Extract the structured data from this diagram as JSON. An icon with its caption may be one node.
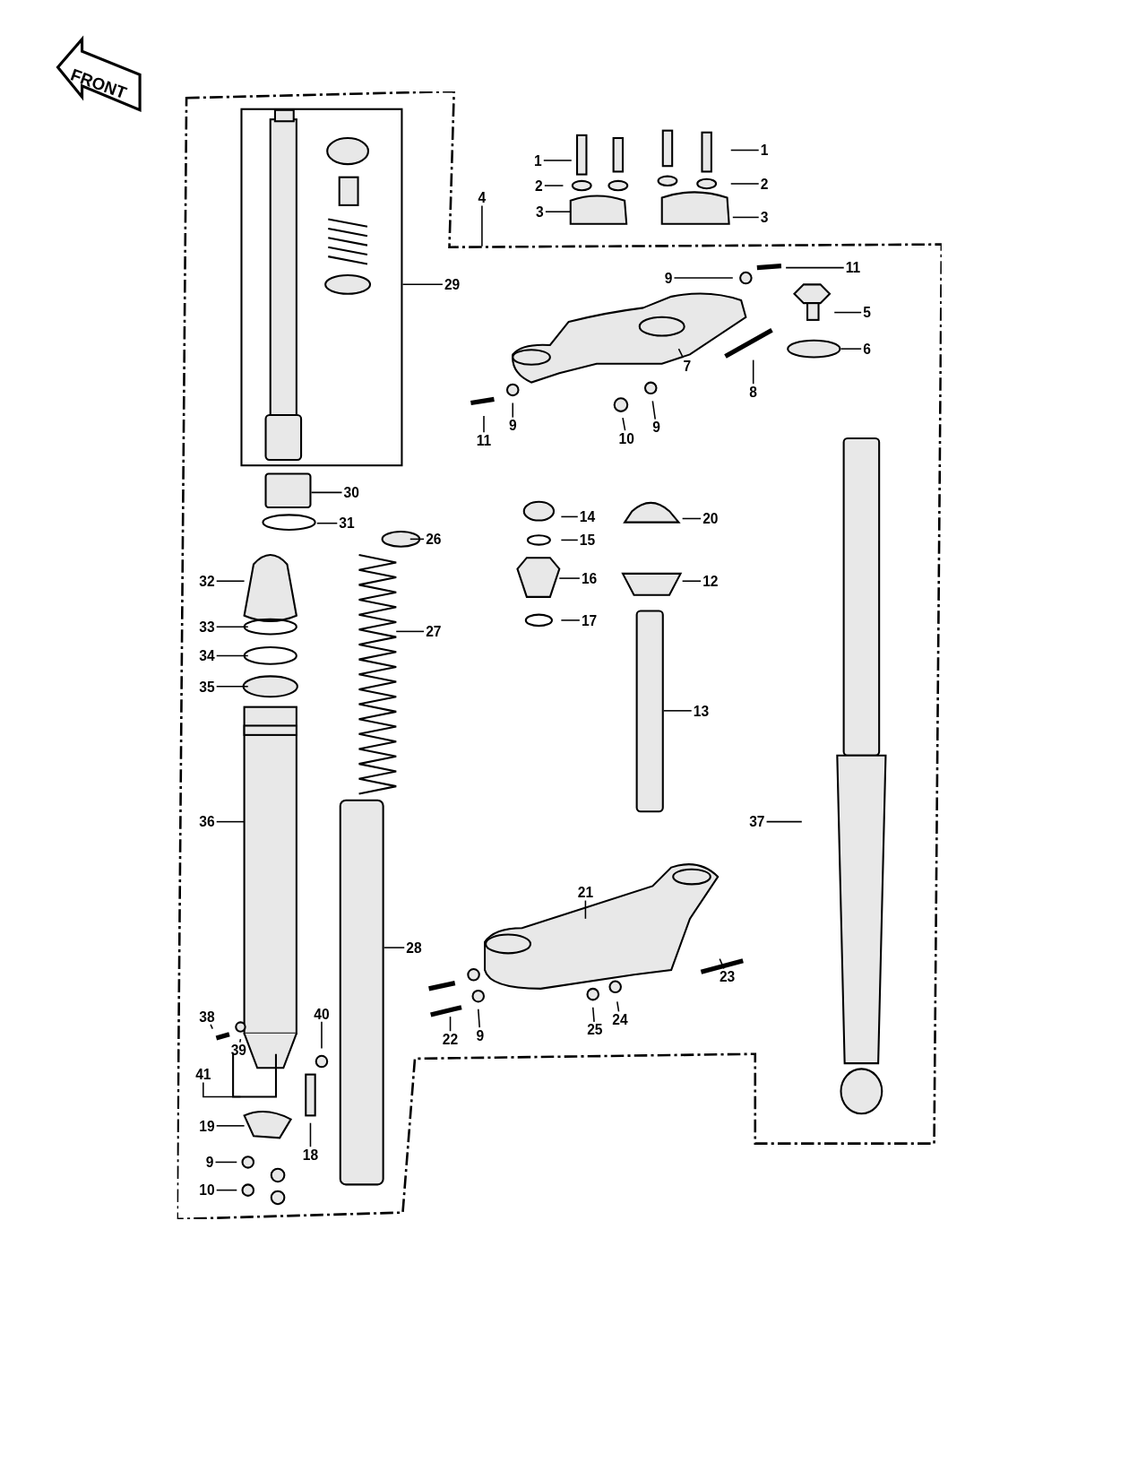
{
  "diagram": {
    "nodes": [
      {
        "text": [
          "1"
        ]
      },
      {
        "text": [
          "1"
        ]
      },
      {
        "text": [
          "2"
        ]
      },
      {
        "text": [
          "2"
        ]
      },
      {
        "text": [
          "3"
        ]
      },
      {
        "text": [
          "3"
        ]
      },
      {
        "text": [
          "4"
        ]
      },
      {
        "text": [],
        "shape": "box"
      },
      {
        "text": [],
        "shape": "box",
        "in": 7
      },
      {
        "text": [
          "11"
        ],
        "in": 7
      },
      {
        "text": [
          "9"
        ],
        "in": 7
      },
      {
        "text": [
          "29"
        ],
        "in": 7
      },
      {
        "text": [
          "5"
        ],
        "in": 7
      },
      {
        "text": [
          "6"
        ],
        "in": 7
      },
      {
        "text": [
          "7"
        ],
        "in": 7
      },
      {
        "text": [
          "8"
        ],
        "in": 7
      },
      {
        "text": [
          "9"
        ],
        "in": 7
      },
      {
        "text": [
          "9"
        ],
        "in": 7
      },
      {
        "text": [
          "11"
        ],
        "in": 7
      },
      {
        "text": [
          "10"
        ],
        "in": 7
      },
      {
        "text": [
          "30"
        ],
        "in": 7
      },
      {
        "text": [
          "14"
        ],
        "in": 7
      },
      {
        "text": [
          "20"
        ],
        "in": 7
      },
      {
        "text": [
          "31"
        ],
        "in": 7
      },
      {
        "text": [
          "26"
        ],
        "in": 7
      },
      {
        "text": [
          "15"
        ],
        "in": 7
      },
      {
        "text": [
          "16"
        ],
        "in": 7
      },
      {
        "text": [
          "32"
        ],
        "in": 7
      },
      {
        "text": [
          "12"
        ],
        "in": 7
      },
      {
        "text": [
          "17"
        ],
        "in": 7
      },
      {
        "text": [
          "33"
        ],
        "in": 7
      },
      {
        "text": [
          "27"
        ],
        "in": 7
      },
      {
        "text": [
          "34"
        ],
        "in": 7
      },
      {
        "text": [
          "35"
        ],
        "in": 7
      },
      {
        "text": [
          "13"
        ],
        "in": 7
      },
      {
        "text": [
          "36"
        ],
        "in": 7
      },
      {
        "text": [
          "37"
        ],
        "in": 7
      },
      {
        "text": [
          "21"
        ],
        "in": 7
      },
      {
        "text": [
          "28"
        ],
        "in": 7
      },
      {
        "text": [
          "23"
        ],
        "in": 7
      },
      {
        "text": [
          "40"
        ],
        "in": 7
      },
      {
        "text": [
          "24"
        ],
        "in": 7
      },
      {
        "text": [
          "38"
        ],
        "in": 7
      },
      {
        "text": [
          "25"
        ],
        "in": 7
      },
      {
        "text": [
          "9"
        ],
        "in": 7
      },
      {
        "text": [
          "39"
        ],
        "in": 7
      },
      {
        "text": [
          "22"
        ],
        "in": 7
      },
      {
        "text": [
          "41"
        ],
        "in": 7
      },
      {
        "text": [
          "19"
        ],
        "in": 7
      },
      {
        "text": [
          "18"
        ],
        "in": 7
      },
      {
        "text": [
          "9"
        ],
        "in": 7
      },
      {
        "text": [
          "10"
        ],
        "in": 7
      }
    ],
    "edges": [
      {
        "from": 0,
        "to": null,
        "arrow": "none"
      },
      {
        "from": 1,
        "to": null,
        "arrow": "none"
      },
      {
        "from": 2,
        "to": null,
        "arrow": "none"
      },
      {
        "from": 3,
        "to": null,
        "arrow": "none"
      },
      {
        "from": 4,
        "to": null,
        "arrow": "none"
      },
      {
        "from": 5,
        "to": null,
        "arrow": "none"
      },
      {
        "from": 6,
        "to": 7,
        "arrow": "none"
      },
      {
        "from": 9,
        "to": null,
        "arrow": "none"
      },
      {
        "from": 10,
        "to": null,
        "arrow": "none"
      },
      {
        "from": 11,
        "to": 8,
        "arrow": "none"
      },
      {
        "from": 12,
        "to": null,
        "arrow": "none"
      },
      {
        "from": 13,
        "to": null,
        "arrow": "none"
      },
      {
        "from": 14,
        "to": null,
        "arrow": "none"
      },
      {
        "from": 15,
        "to": null,
        "arrow": "none"
      },
      {
        "from": 16,
        "to": null,
        "arrow": "none"
      },
      {
        "from": 17,
        "to": null,
        "arrow": "none"
      },
      {
        "from": 18,
        "to": null,
        "arrow": "none"
      },
      {
        "from": 19,
        "to": null,
        "arrow": "none"
      },
      {
        "from": 20,
        "to": null,
        "arrow": "none"
      },
      {
        "from": 21,
        "to": null,
        "arrow": "none"
      },
      {
        "from": 22,
        "to": null,
        "arrow": "none"
      },
      {
        "from": 23,
        "to": null,
        "arrow": "none"
      },
      {
        "from": 24,
        "to": null,
        "arrow": "none"
      },
      {
        "from": 25,
        "to": null,
        "arrow": "none"
      },
      {
        "from": 26,
        "to": null,
        "arrow": "none"
      },
      {
        "from": 27,
        "to": null,
        "arrow": "none"
      },
      {
        "from": 28,
        "to": null,
        "arrow": "none"
      },
      {
        "from": 29,
        "to": null,
        "arrow": "none"
      },
      {
        "from": 30,
        "to": null,
        "arrow": "none"
      },
      {
        "from": 31,
        "to": null,
        "arrow": "none"
      },
      {
        "from": 32,
        "to": null,
        "arrow": "none"
      },
      {
        "from": 33,
        "to": null,
        "arrow": "none"
      },
      {
        "from": 34,
        "to": null,
        "arrow": "none"
      },
      {
        "from": 35,
        "to": null,
        "arrow": "none"
      },
      {
        "from": 36,
        "to": null,
        "arrow": "none"
      },
      {
        "from": 37,
        "to": null,
        "arrow": "none"
      },
      {
        "from": 38,
        "to": null,
        "arrow": "none"
      },
      {
        "from": 39,
        "to": null,
        "arrow": "none"
      },
      {
        "from": 40,
        "to": null,
        "arrow": "none"
      },
      {
        "from": 41,
        "to": null,
        "arrow": "none"
      },
      {
        "from": 42,
        "to": null,
        "arrow": "none"
      },
      {
        "from": 43,
        "to": null,
        "arrow": "none"
      },
      {
        "from": 44,
        "to": null,
        "arrow": "none"
      },
      {
        "from": 45,
        "to": null,
        "arrow": "none"
      },
      {
        "from": 46,
        "to": null,
        "arrow": "none"
      },
      {
        "from": 47,
        "to": null,
        "arrow": "none"
      },
      {
        "from": 48,
        "to": null,
        "arrow": "none"
      },
      {
        "from": 49,
        "to": null,
        "arrow": "none"
      },
      {
        "from": 50,
        "to": null,
        "arrow": "none"
      },
      {
        "from": 51,
        "to": null,
        "arrow": "none"
      }
    ],
    "labels": [
      "FRONT"
    ]
  }
}
